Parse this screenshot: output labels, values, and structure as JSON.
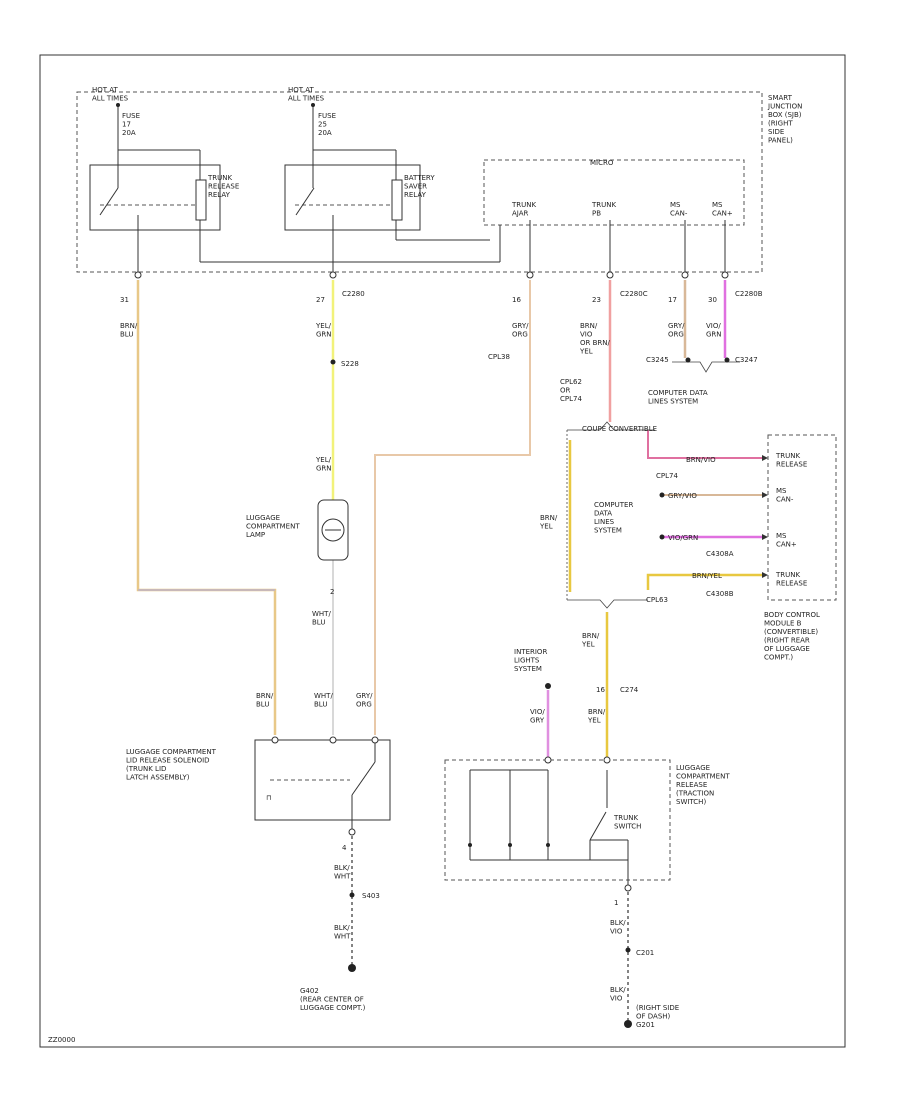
{
  "labels": {
    "hot1": [
      "HOT AT",
      "ALL TIMES"
    ],
    "hot2": [
      "HOT AT",
      "ALL TIMES"
    ],
    "fuse1": [
      "FUSE",
      "17",
      "20A"
    ],
    "fuse2": [
      "FUSE",
      "25",
      "20A"
    ],
    "relay1": [
      "TRUNK",
      "RELEASE",
      "RELAY"
    ],
    "relay2": [
      "BATTERY",
      "SAVER",
      "RELAY"
    ],
    "micro": "MICRO",
    "trunk_ajar": [
      "TRUNK",
      "AJAR"
    ],
    "trunk_pb": [
      "TRUNK",
      "PB"
    ],
    "ms_can_neg": [
      "MS",
      "CAN-"
    ],
    "ms_can_pos": [
      "MS",
      "CAN+"
    ],
    "sjb": [
      "SMART",
      "JUNCTION",
      "BOX (SJB)",
      "(RIGHT",
      "SIDE",
      "PANEL)"
    ],
    "pin1": "31",
    "pin2": "27",
    "pin3": "16",
    "pin4": "23",
    "pin5": "17",
    "pin6": "30",
    "c2280_a": "C2280",
    "c2280_b": "C2280C",
    "c2280_c": "C2280B",
    "wire1": [
      "BRN/",
      "BLU"
    ],
    "wire2": [
      "YEL/",
      "GRN"
    ],
    "wire3": [
      "GRY/",
      "ORG"
    ],
    "wire4": [
      "BRN/",
      "VIO",
      "OR BRN/",
      "YEL"
    ],
    "wire5": [
      "GRY/",
      "ORG"
    ],
    "wire6": [
      "VIO/",
      "GRN"
    ],
    "cpl38": "CPL38",
    "cpl62": [
      "CPL62",
      "OR",
      "CPL74"
    ],
    "s228": "S228",
    "c3245": "C3245",
    "c3247": "C3247",
    "cdl_top": [
      "COMPUTER DATA",
      "LINES SYSTEM"
    ],
    "coupe_conv": "COUPE    CONVERTIBLE",
    "wire_yel_grn2": [
      "YEL/",
      "GRN"
    ],
    "lamp": [
      "LUGGAGE",
      "COMPARTMENT",
      "LAMP"
    ],
    "lamp_pin": "2",
    "wire_wht_blu": [
      "WHT/",
      "BLU"
    ],
    "wire_brn_yel": [
      "BRN/",
      "YEL"
    ],
    "cdl_mid": [
      "COMPUTER",
      "DATA",
      "LINES",
      "SYSTEM"
    ],
    "cpl74": "CPL74",
    "mini_wire1": "BRN/VIO",
    "mini_wire2": "GRY/VIO",
    "mini_wire3": "VIO/GRN",
    "mini_wire4": "BRN/YEL",
    "c4308a": "C4308A",
    "c4308b": "C4308B",
    "cpl63": "CPL63",
    "bcm_trunk_release": [
      "TRUNK",
      "RELEASE"
    ],
    "bcm_ms_can_neg": [
      "MS",
      "CAN-"
    ],
    "bcm_ms_can_pos": [
      "MS",
      "CAN+"
    ],
    "bcm_trunk_release2": [
      "TRUNK",
      "RELEASE"
    ],
    "bcm": [
      "BODY CONTROL",
      "MODULE B",
      "(CONVERTIBLE)",
      "(RIGHT REAR",
      "OF LUGGAGE",
      "COMPT.)"
    ],
    "wire_brn_yel2": [
      "BRN/",
      "YEL"
    ],
    "interior": [
      "INTERIOR",
      "LIGHTS",
      "SYSTEM"
    ],
    "pin16": "16",
    "c274": "C274",
    "wire_vio_gry": [
      "VIO/",
      "GRY"
    ],
    "wire_brn_yel3": [
      "BRN/",
      "YEL"
    ],
    "wire_brn_blu2": [
      "BRN/",
      "BLU"
    ],
    "wire_wht_blu2": [
      "WHT/",
      "BLU"
    ],
    "wire_gry_org2": [
      "GRY/",
      "ORG"
    ],
    "latch": [
      "LUGGAGE COMPARTMENT",
      "LID RELEASE SOLENOID",
      "(TRUNK LID",
      "LATCH ASSEMBLY)"
    ],
    "pin_latch": "4",
    "trunk_switch": [
      "TRUNK",
      "SWITCH"
    ],
    "luggage_switch": [
      "LUGGAGE",
      "COMPARTMENT",
      "RELEASE",
      "(TRACTION",
      "SWITCH)"
    ],
    "wire_blk_wht": [
      "BLK/",
      "WHT"
    ],
    "s403": "S403",
    "wire_blk_wht2": [
      "BLK/",
      "WHT"
    ],
    "g402": [
      "G402",
      "(REAR CENTER OF",
      "LUGGAGE COMPT.)"
    ],
    "pin_sw1": "1",
    "wire_blk_vio": [
      "BLK/",
      "VIO"
    ],
    "c201": "C201",
    "wire_blk_vio2": [
      "BLK/",
      "VIO"
    ],
    "g201": [
      "(RIGHT SIDE",
      "OF DASH)",
      "G201"
    ],
    "footer": "ZZ0000"
  },
  "colors": {
    "brn_blu": "#e8c888",
    "yel_grn": "#f2f27a",
    "gry_org": "#e8c8a8",
    "brn_vio": "#f0a0a0",
    "gry_vio": "#d8b898",
    "vio_grn": "#e070e0",
    "brn_yel": "#e8c840",
    "wht_blu": "#cccccc",
    "vio_gry": "#e090e0",
    "frame": "#333333"
  }
}
